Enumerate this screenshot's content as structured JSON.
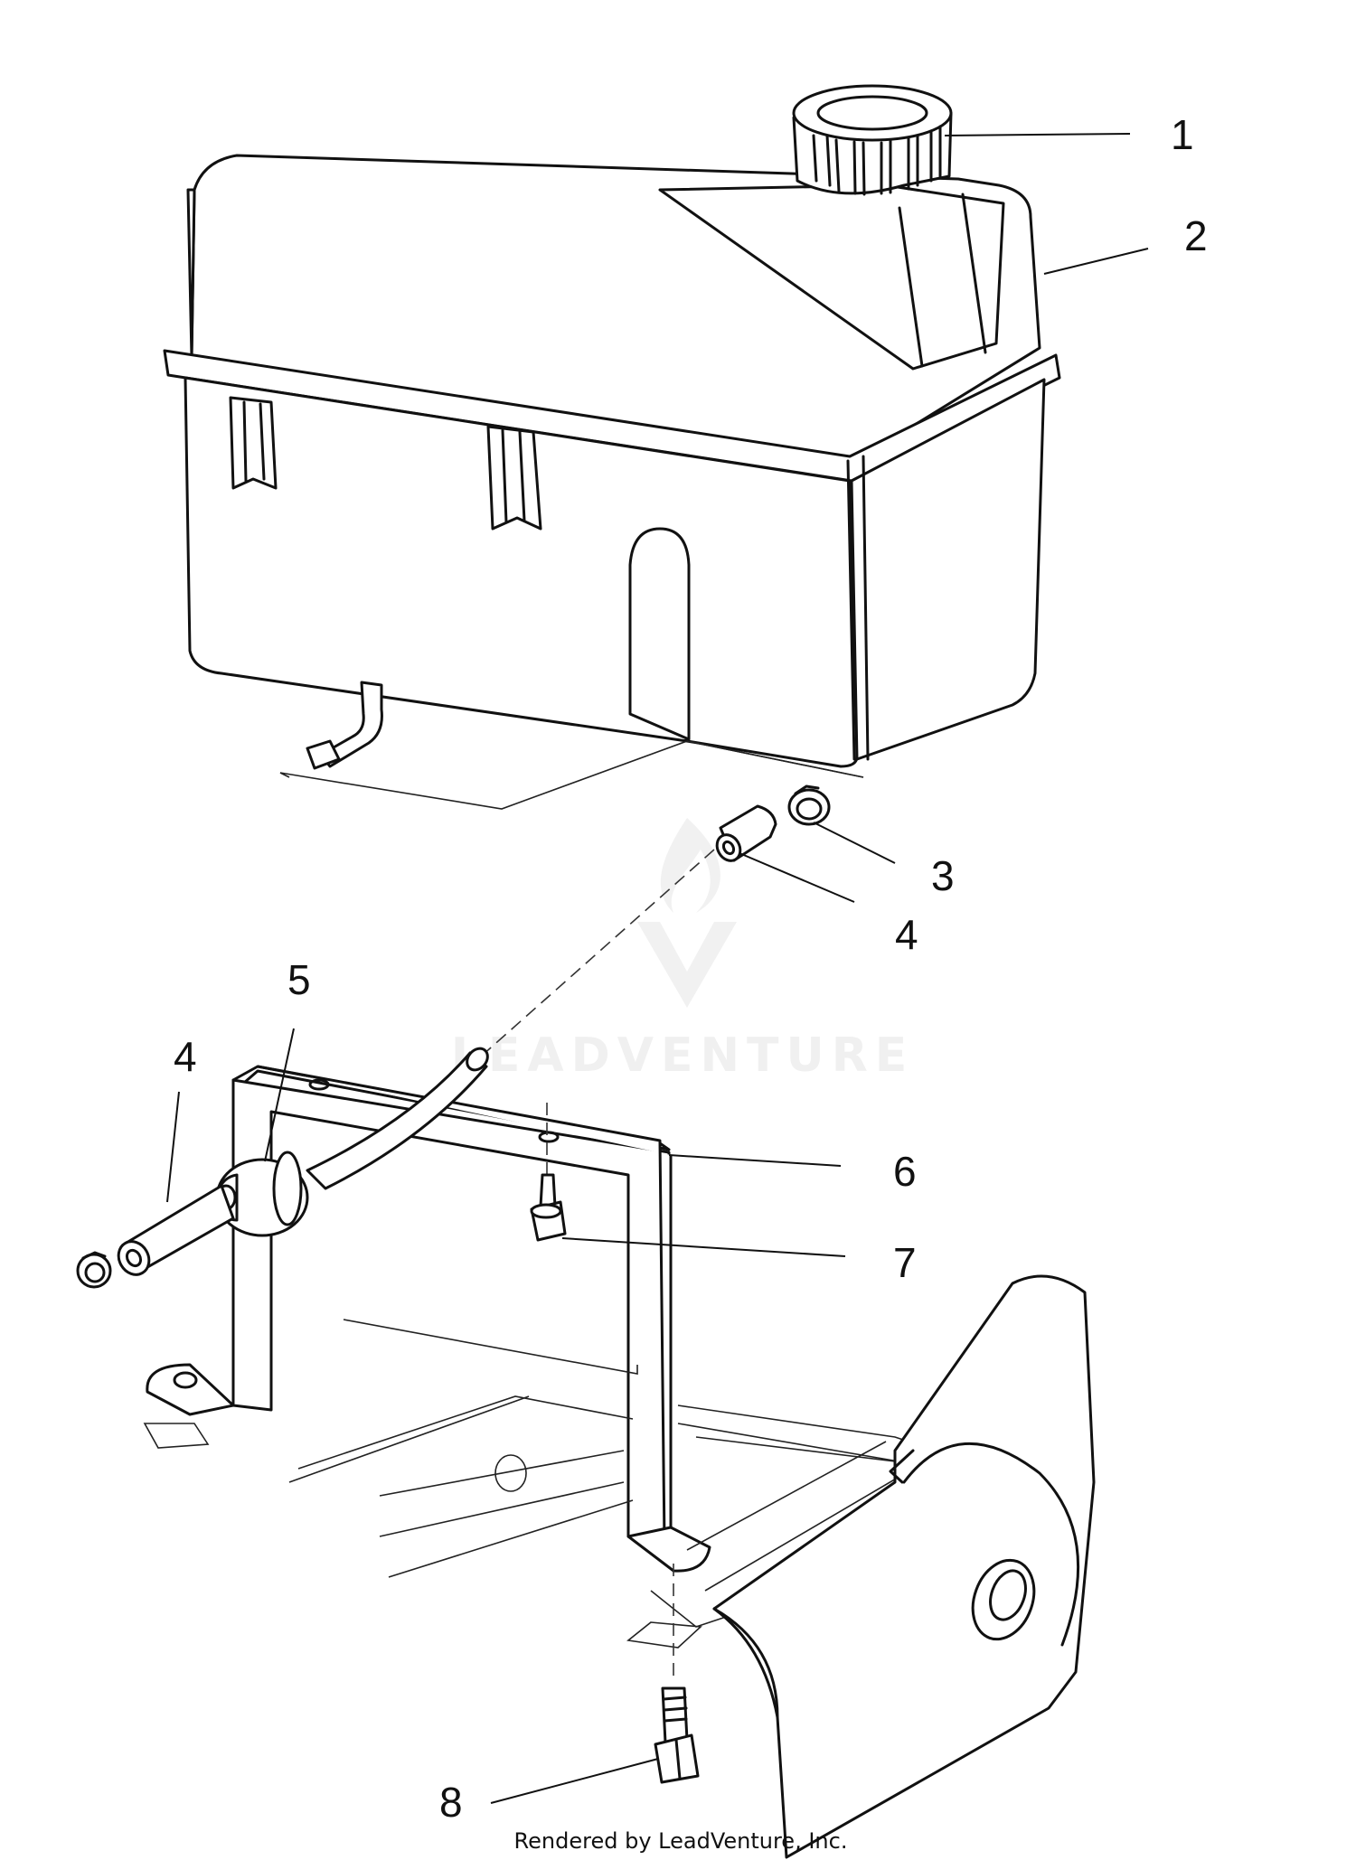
{
  "callouts": [
    {
      "id": "1",
      "label": "1"
    },
    {
      "id": "2",
      "label": "2"
    },
    {
      "id": "3",
      "label": "3"
    },
    {
      "id": "4a",
      "label": "4"
    },
    {
      "id": "5",
      "label": "5"
    },
    {
      "id": "4b",
      "label": "4"
    },
    {
      "id": "6",
      "label": "6"
    },
    {
      "id": "7",
      "label": "7"
    },
    {
      "id": "8",
      "label": "8"
    }
  ],
  "watermark": {
    "text": "LEADVENTURE"
  },
  "footer": {
    "credit": "Rendered by LeadVenture, Inc."
  },
  "colors": {
    "ink": "#111111",
    "watermark": "#e4e4e4"
  }
}
